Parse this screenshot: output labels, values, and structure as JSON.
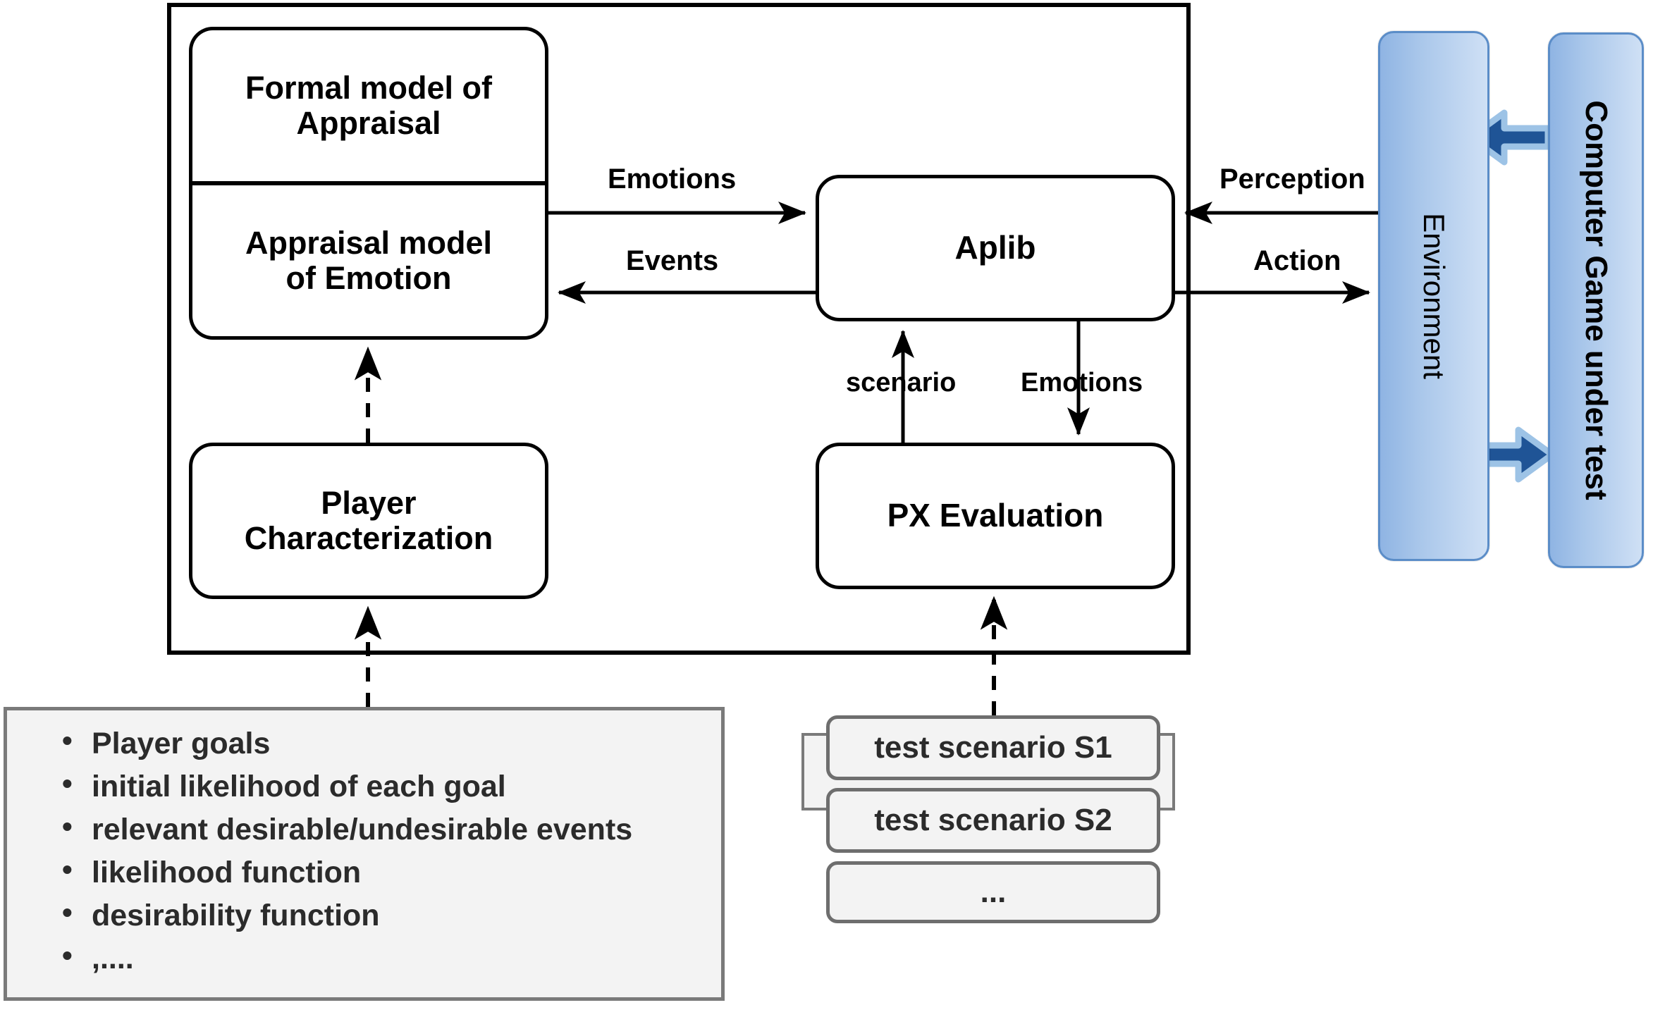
{
  "diagram": {
    "title": "Appraisal-based PX testing architecture",
    "colors": {
      "node_border": "#000000",
      "panel_blue_border": "#5B8DC8",
      "panel_blue_light": "#CFE0F5",
      "panel_blue_dark": "#8FB4E3",
      "arrow_blue_fill": "#1F5496",
      "arrow_blue_outline": "#9DC3E6",
      "gray_panel_fill": "#F3F3F3",
      "gray_panel_border": "#7A7A7A",
      "text_dark": "#2B2B2B"
    }
  },
  "nodes": {
    "formal_model": "Formal model of\nAppraisal",
    "formal_model_line1": "Formal model of",
    "formal_model_line2": "Appraisal",
    "appraisal_model_line1": "Appraisal model",
    "appraisal_model_line2": "of Emotion",
    "player_characterization_line1": "Player",
    "player_characterization_line2": "Characterization",
    "aplib": "Aplib",
    "px_evaluation": "PX Evaluation",
    "environment": "Environment",
    "game_under_test": "Computer Game under test"
  },
  "edges": {
    "emotions_horizontal": "Emotions",
    "events_horizontal": "Events",
    "perception": "Perception",
    "action": "Action",
    "scenario": "scenario",
    "emotions_vertical": "Emotions"
  },
  "bullets": {
    "items": [
      "Player goals",
      "initial likelihood of each goal",
      "relevant desirable/undesirable events",
      "likelihood function",
      "desirability function",
      ",...."
    ]
  },
  "scenarios": {
    "items": [
      "test scenario S1",
      "test scenario S2",
      "..."
    ]
  }
}
